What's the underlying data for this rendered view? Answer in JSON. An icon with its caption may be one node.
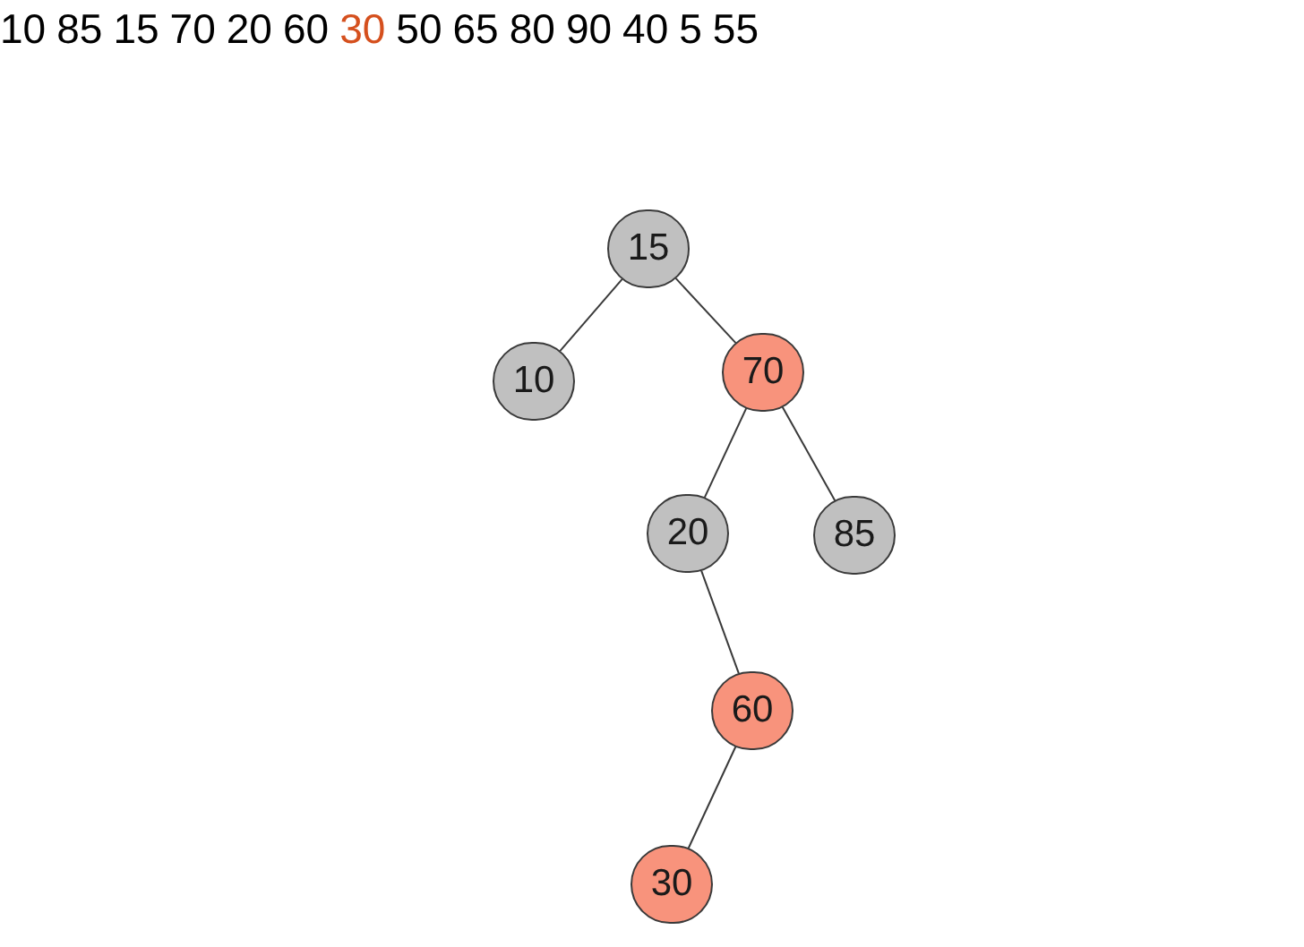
{
  "diagram": {
    "nodes": [
      {
        "text": [
          "15"
        ]
      },
      {
        "text": [
          "10"
        ]
      },
      {
        "text": [
          "70"
        ]
      },
      {
        "text": [
          "20"
        ]
      },
      {
        "text": [
          "85"
        ]
      },
      {
        "text": [
          "60"
        ]
      },
      {
        "text": [
          "30"
        ]
      }
    ],
    "edges": [
      {
        "from": 0,
        "to": 1,
        "arrow": "none"
      },
      {
        "from": 0,
        "to": 2,
        "arrow": "none"
      },
      {
        "from": 2,
        "to": 3,
        "arrow": "none"
      },
      {
        "from": 2,
        "to": 4,
        "arrow": "none"
      },
      {
        "from": 3,
        "to": 5,
        "arrow": "none"
      },
      {
        "from": 5,
        "to": 6,
        "arrow": "none"
      }
    ],
    "labels": [
      "10",
      "85",
      "15",
      "70",
      "20",
      "60",
      "30",
      "50",
      "65",
      "80",
      "90",
      "40",
      "5",
      "55"
    ]
  }
}
